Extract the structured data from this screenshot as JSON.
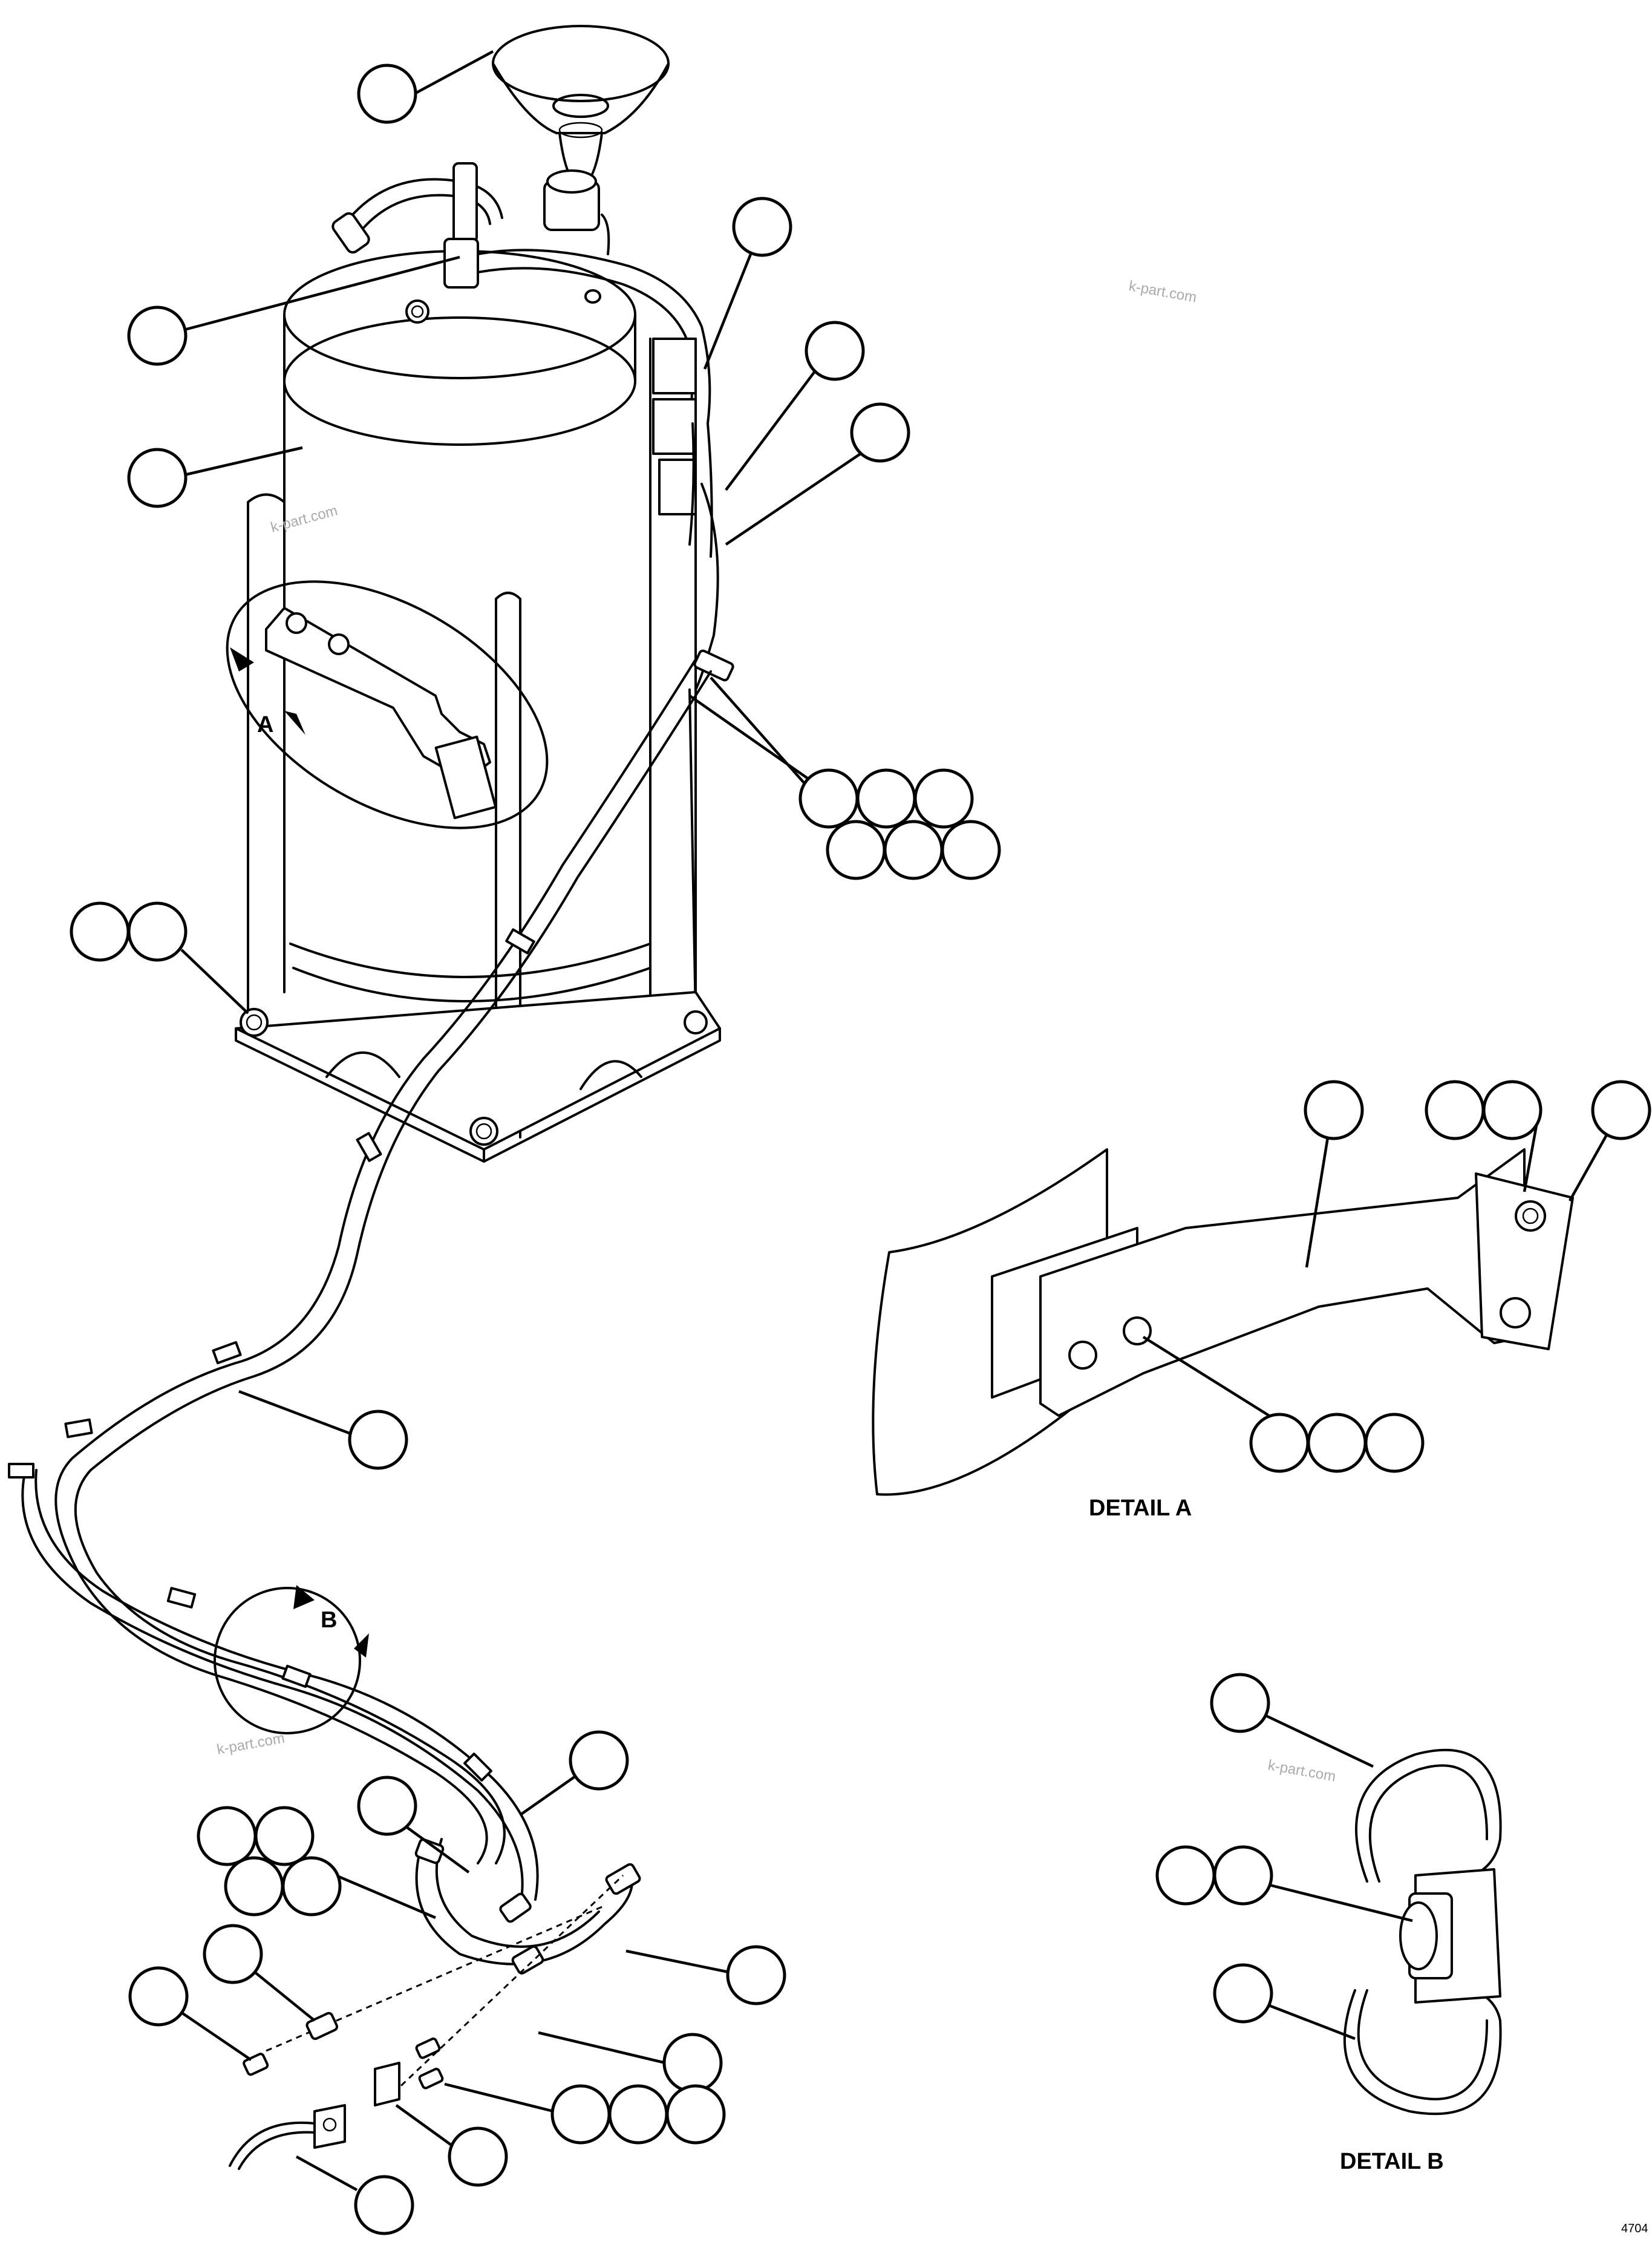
{
  "view_labels": {
    "detail_a_callout": "A",
    "detail_b_callout": "B",
    "detail_a_title": "DETAIL A",
    "detail_b_title": "DETAIL B",
    "drawing_number": "4704"
  },
  "watermarks": [
    "k-part.com",
    "k-part.com",
    "k-part.com",
    "k-part.com"
  ]
}
